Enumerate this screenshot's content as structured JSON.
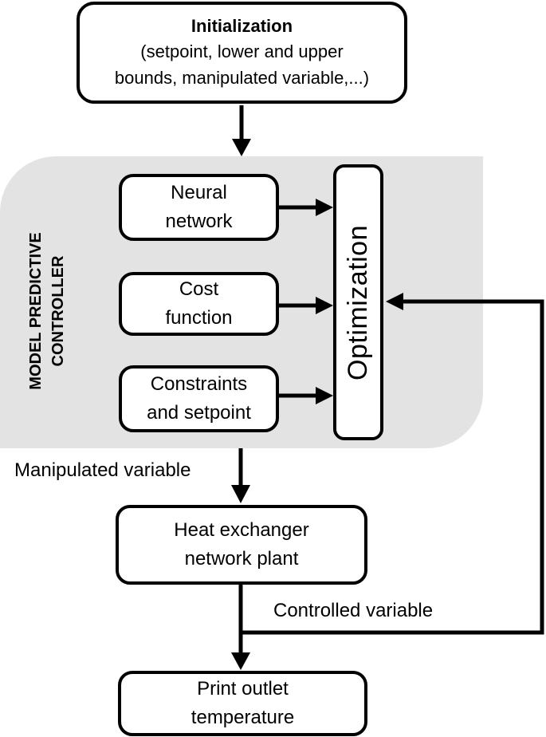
{
  "initialization": {
    "title": "Initialization",
    "description": "(setpoint, lower and upper\nbounds, manipulated variable,...)"
  },
  "mpc": {
    "label": "MODEL PREDICTIVE\nCONTROLLER",
    "neural_network": "Neural\nnetwork",
    "cost_function": "Cost\nfunction",
    "constraints": "Constraints\nand setpoint",
    "optimization": "Optimization"
  },
  "manipulated_variable": "Manipulated variable",
  "plant": "Heat exchanger\nnetwork plant",
  "controlled_variable": "Controlled variable",
  "output": "Print outlet\ntemperature",
  "colors": {
    "region_fill": "#e3e3e3",
    "stroke": "#000000"
  }
}
